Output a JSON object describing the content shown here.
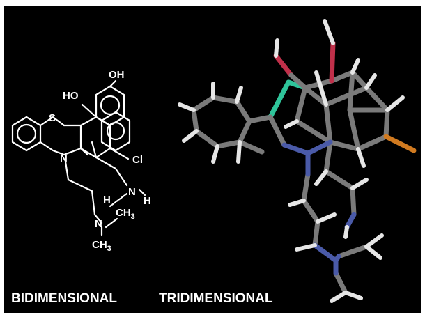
{
  "labels": {
    "bidimensional": "BIDIMENSIONAL",
    "tridimensional": "TRIDIMENSIONAL"
  },
  "atoms_2d": {
    "oh_top": "OH",
    "ho": "HO",
    "s": "S",
    "n_ring": "N",
    "cl": "Cl",
    "nh_n": "N",
    "nh_h": "H",
    "h_left": "H",
    "ch3_upper": "CH",
    "ch3_upper_sub": "3",
    "n_amine": "N",
    "ch3_lower": "CH",
    "ch3_lower_sub": "3"
  },
  "colors": {
    "background": "#000000",
    "frame": "#ffffff",
    "bond_2d": "#ffffff",
    "carbon": "#7a7a7a",
    "hydrogen": "#e6e6e6",
    "nitrogen": "#4a5aa8",
    "oxygen": "#c0304a",
    "sulfur": "#2fc49a",
    "chlorine": "#d07a20"
  }
}
